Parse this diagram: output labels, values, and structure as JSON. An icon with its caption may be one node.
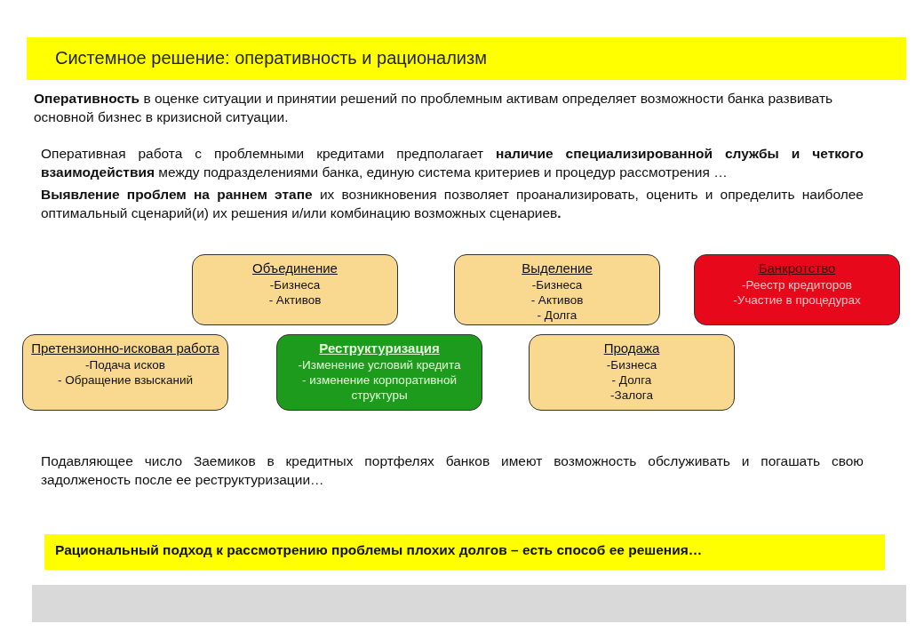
{
  "diagram": {
    "title": "Системное решение: оперативность и рационализм",
    "nodes": [
      {
        "text": [
          "Претензионно-исковая работа",
          "-Подача исков",
          "- Обращение взысканий"
        ]
      },
      {
        "text": [
          "Объединение",
          "-Бизнеса",
          "- Активов"
        ]
      },
      {
        "text": [
          "Реструктуризация",
          "-Изменение условий кредита",
          "- изменение корпоративной структуры"
        ]
      },
      {
        "text": [
          "Выделение",
          "-Бизнеса",
          "- Активов",
          "- Долга"
        ]
      },
      {
        "text": [
          "Продажа",
          "-Бизнеса",
          "- Долга",
          "-Залога"
        ]
      },
      {
        "text": [
          "Банкротство",
          "-Реестр кредиторов",
          "-Участие в процедурах"
        ]
      },
      {
        "text": [
          "Рациональный подход к рассмотрению проблемы плохих долгов – есть способ ее решения…"
        ]
      }
    ],
    "labels": [
      "**Оперативность** в оценке ситуации и принятии решений по проблемным активам определяет возможности банка развивать основной бизнес в кризисной ситуации.",
      "Оперативная работа с проблемными кредитами предполагает **наличие специализированной службы и четкого взаимодействия** между подразделениями банка, единую система критериев и процедур рассмотрения …",
      "**Выявление проблем на раннем этапе** их возникновения позволяет проанализировать, оценить и определить наиболее оптимальный сценарий(и) их решения и/или комбинацию возможных сценариев**.**",
      "Подавляющее число Заемиков в кредитных портфелях банков имеют возможность обслуживать и погашать свою задолженость после ее реструктуризации…"
    ]
  }
}
